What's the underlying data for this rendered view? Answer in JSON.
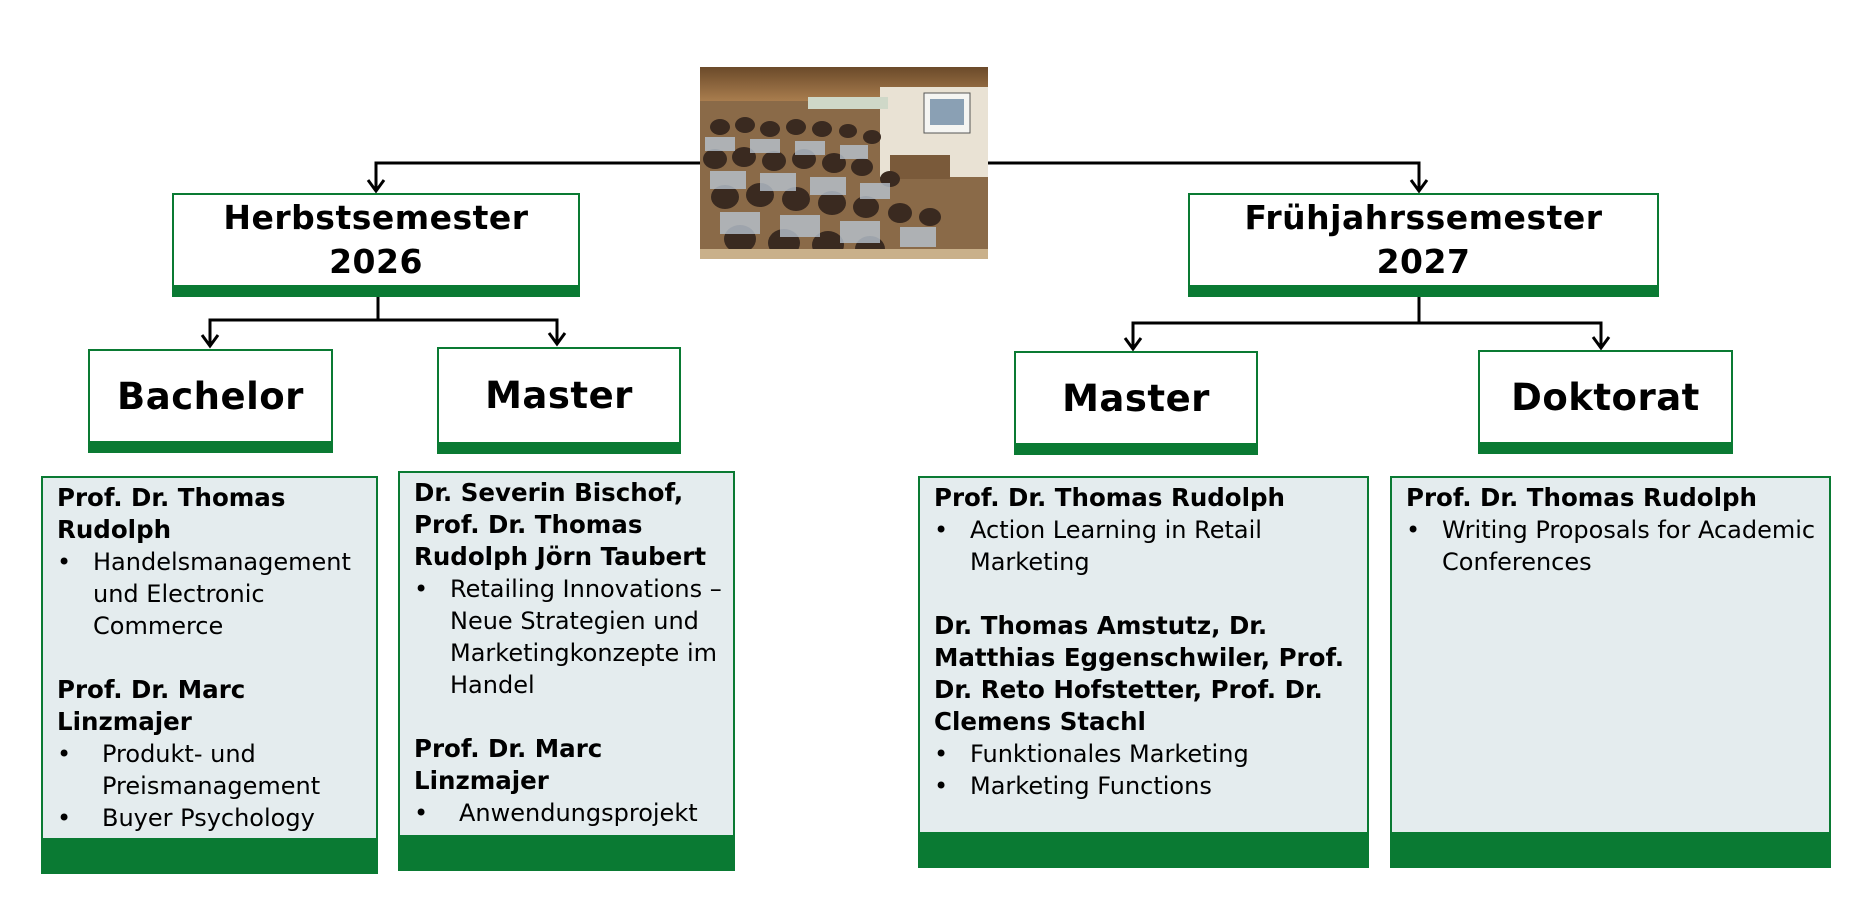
{
  "semesters": {
    "autumn": {
      "title_line1": "Herbstsemester",
      "title_line2": "2026",
      "bachelor": {
        "label": "Bachelor",
        "groups": [
          {
            "lecturer": "Prof. Dr. Thomas Rudolph",
            "courses": [
              "Handelsmanagement und Electronic Commerce"
            ]
          },
          {
            "lecturer": "Prof. Dr. Marc Linzmajer",
            "courses": [
              "Produkt- und Preismanagement",
              "Buyer Psychology"
            ]
          }
        ]
      },
      "master": {
        "label": "Master",
        "groups": [
          {
            "lecturer": "Dr. Severin Bischof, Prof. Dr. Thomas Rudolph Jörn Taubert",
            "courses": [
              "Retailing Innovations – Neue Strategien und Marketingkonzepte im Handel"
            ]
          },
          {
            "lecturer": "Prof. Dr. Marc Linzmajer",
            "courses": [
              "Anwendungsprojekt"
            ]
          }
        ]
      }
    },
    "spring": {
      "title_line1": "Frühjahrssemester",
      "title_line2": "2027",
      "master": {
        "label": "Master",
        "groups": [
          {
            "lecturer": "Prof. Dr. Thomas Rudolph",
            "courses": [
              "Action Learning in Retail Marketing"
            ]
          },
          {
            "lecturer": "Dr. Thomas Amstutz, Dr. Matthias Eggenschwiler, Prof. Dr. Reto Hofstetter, Prof. Dr. Clemens Stachl",
            "courses": [
              "Funktionales Marketing",
              "Marketing Functions"
            ]
          }
        ]
      },
      "doctorate": {
        "label": "Doktorat",
        "groups": [
          {
            "lecturer": "Prof. Dr. Thomas Rudolph",
            "courses": [
              "Writing Proposals for Academic Conferences"
            ]
          }
        ]
      }
    }
  },
  "colors": {
    "accent": "#0a7a33",
    "box_bg": "#e4ecee"
  },
  "image": {
    "subject": "lecture-hall-photo"
  }
}
